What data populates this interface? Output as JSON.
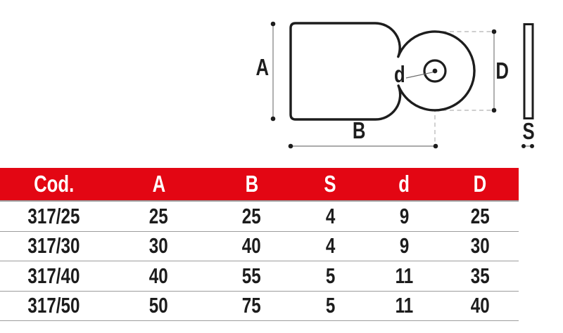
{
  "colors": {
    "header_bg": "#e30613",
    "header_text": "#ffffff",
    "row_text": "#1c1c1c",
    "separator_line": "#9c9c9c",
    "part_outline": "#1d1d1d",
    "dimension_line": "#8f8f8f",
    "dashed_line": "#bdbdbd"
  },
  "diagram": {
    "labels": {
      "a": "A",
      "b": "B",
      "d_small": "d",
      "d_big": "D",
      "s": "S"
    }
  },
  "table": {
    "columns": [
      "Cod.",
      "A",
      "B",
      "S",
      "d",
      "D"
    ],
    "rows": [
      [
        "317/25",
        "25",
        "25",
        "4",
        "9",
        "25"
      ],
      [
        "317/30",
        "30",
        "40",
        "4",
        "9",
        "30"
      ],
      [
        "317/40",
        "40",
        "55",
        "5",
        "11",
        "35"
      ],
      [
        "317/50",
        "50",
        "75",
        "5",
        "11",
        "40"
      ]
    ]
  }
}
